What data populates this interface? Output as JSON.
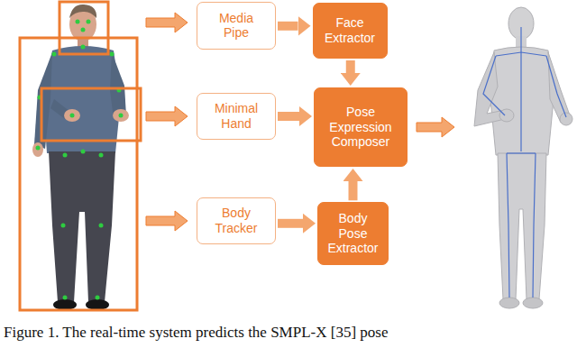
{
  "diagram": {
    "caption": "Figure 1. The real-time system predicts the SMPL-X [35] pose",
    "nodes": [
      {
        "text": [
          "Media Pipe"
        ]
      },
      {
        "text": [
          "Face Extractor"
        ]
      },
      {
        "text": [
          "Minimal Hand"
        ]
      },
      {
        "text": [
          "Pose Expression Composer"
        ]
      },
      {
        "text": [
          "Body Tracker"
        ]
      },
      {
        "text": [
          "Body Pose Extractor"
        ]
      }
    ],
    "edges": [
      {
        "from": 0,
        "to": 1,
        "arrow": "to"
      },
      {
        "from": 2,
        "to": 3,
        "arrow": "to"
      },
      {
        "from": 4,
        "to": 5,
        "arrow": "to"
      },
      {
        "from": 1,
        "to": 3,
        "arrow": "to"
      },
      {
        "from": 5,
        "to": 3,
        "arrow": "to"
      }
    ]
  }
}
